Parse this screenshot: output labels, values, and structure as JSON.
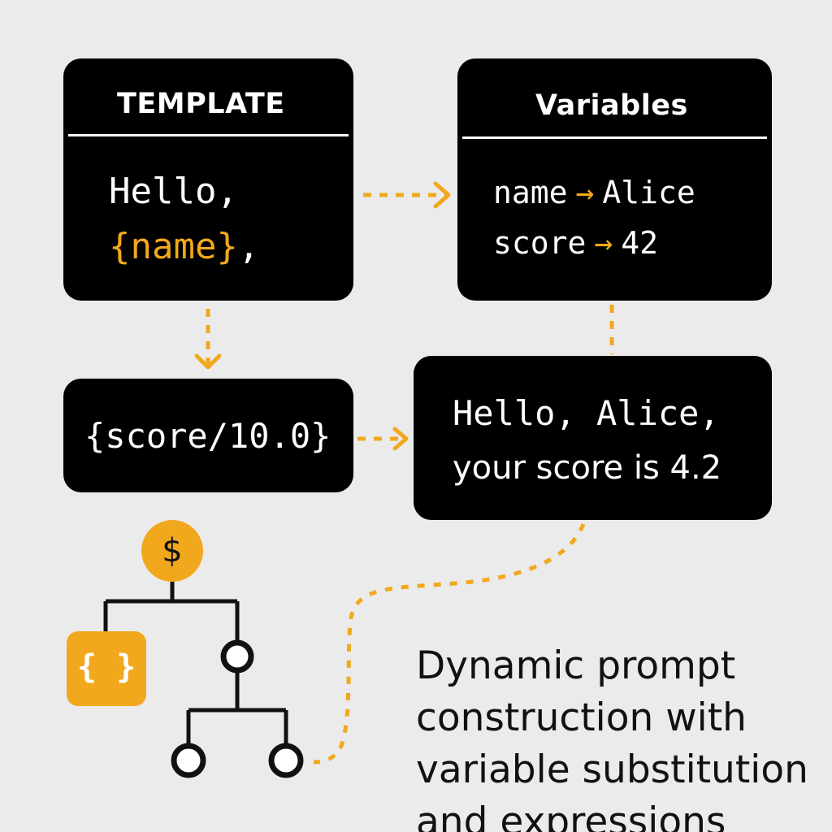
{
  "colors": {
    "background": "#ebebeb",
    "box": "#000000",
    "accent": "#f2a81d",
    "text_light": "#ffffff",
    "text_dark": "#111111"
  },
  "template_box": {
    "title": "TEMPLATE",
    "line1": "Hello,",
    "placeholder": "{name}",
    "line2_suffix": ","
  },
  "variables_box": {
    "title": "Variables",
    "rows": [
      {
        "name": "name",
        "arrow": "→",
        "value": "Alice"
      },
      {
        "name": "score",
        "arrow": "→",
        "value": "42"
      }
    ]
  },
  "expression_box": {
    "text": "{score/10.0}"
  },
  "result_box": {
    "line1": "Hello, Alice,",
    "line2": "your score is 4.2"
  },
  "tree_diagram": {
    "root_symbol": "$",
    "braces_symbol": "{ }",
    "icons": [
      "dollar-circle-icon",
      "braces-icon",
      "tree-node-icon"
    ]
  },
  "caption": {
    "lines": [
      "Dynamic prompt",
      "construction with",
      "variable substitution",
      "and expressions"
    ]
  }
}
